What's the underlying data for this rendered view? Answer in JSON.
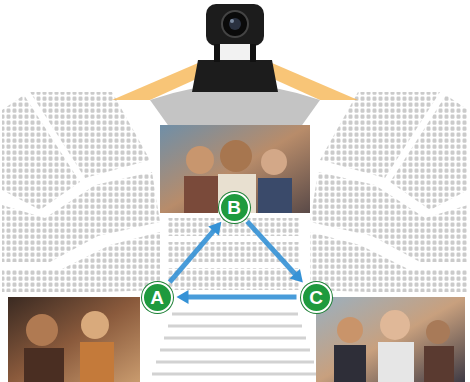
{
  "diagram": {
    "nodes": [
      {
        "text": [
          "B"
        ]
      },
      {
        "text": [
          "A"
        ]
      },
      {
        "text": [
          "C"
        ]
      }
    ],
    "edges": [
      {
        "from": 1,
        "to": 0,
        "arrow": "to"
      },
      {
        "from": 0,
        "to": 2,
        "arrow": "to"
      },
      {
        "from": 2,
        "to": 1,
        "arrow": "to"
      }
    ]
  }
}
